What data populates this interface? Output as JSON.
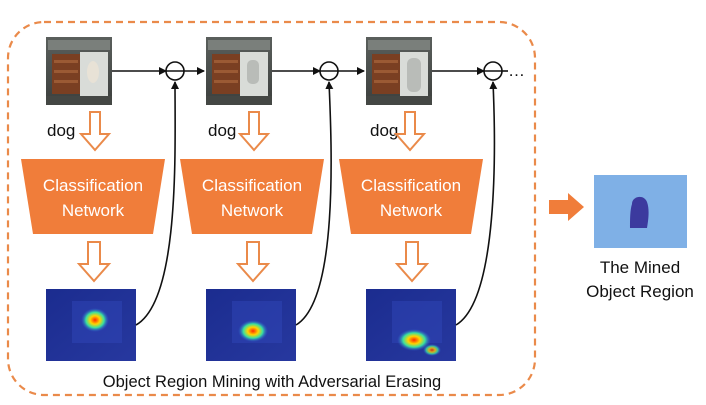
{
  "diagram": {
    "caption": "Object Region Mining with Adversarial Erasing",
    "stages": [
      {
        "label": "dog",
        "network_line1": "Classification",
        "network_line2": "Network",
        "continuation": ""
      },
      {
        "label": "dog",
        "network_line1": "Classification",
        "network_line2": "Network",
        "continuation": ""
      },
      {
        "label": "dog",
        "network_line1": "Classification",
        "network_line2": "Network",
        "continuation": "…"
      }
    ],
    "result": {
      "line1": "The Mined",
      "line2": "Object Region"
    }
  },
  "colors": {
    "frame": "#ea8a4a",
    "network_fill": "#f07d3a",
    "arrow_outline": "#ea8a4a",
    "result_bg": "#7fb0e6",
    "result_object": "#3c3a9e",
    "heatmap_bg": "#1e2f9a"
  }
}
